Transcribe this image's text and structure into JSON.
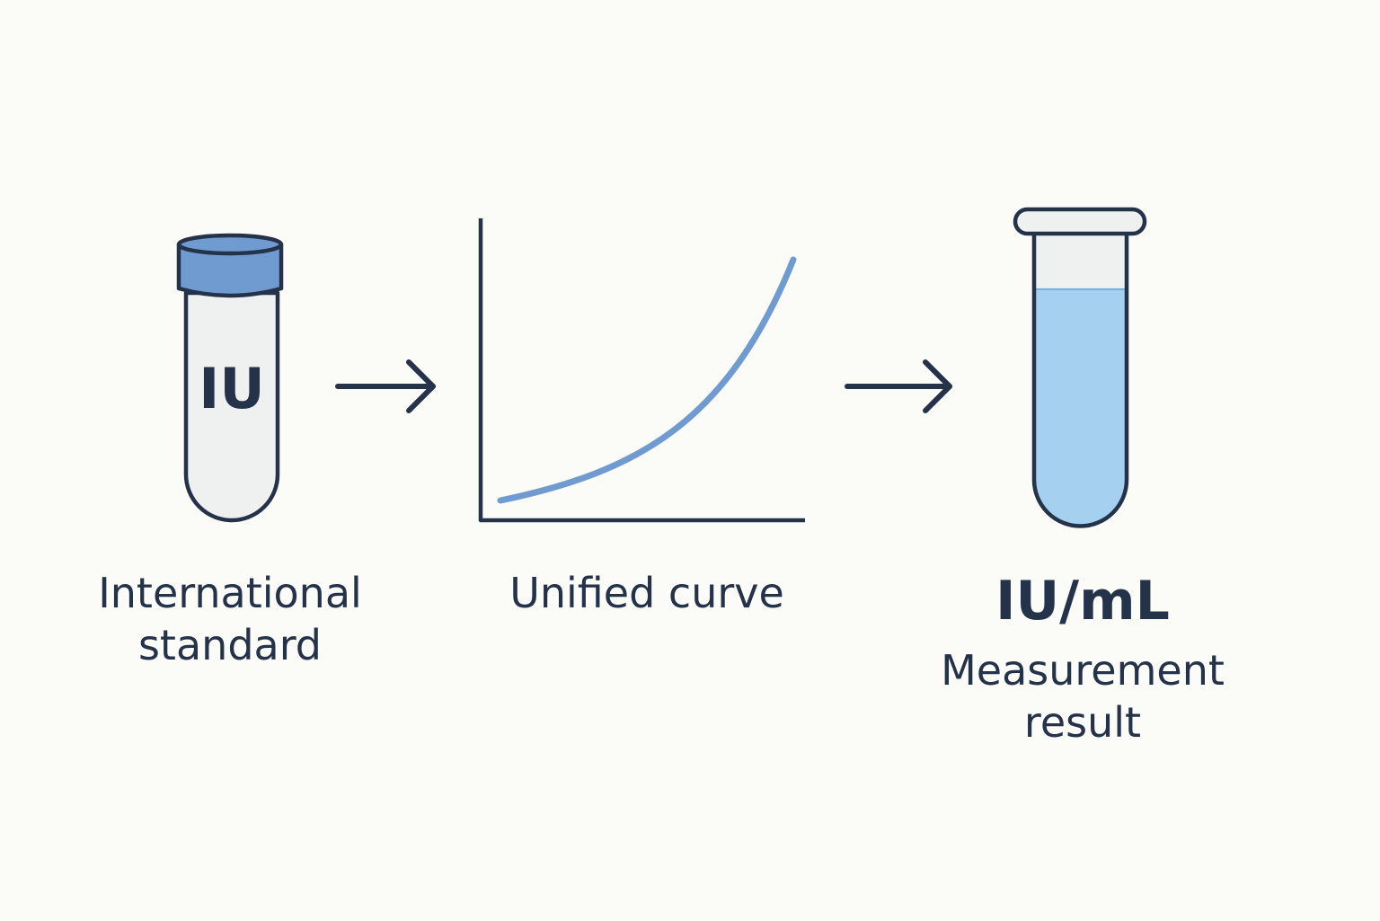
{
  "steps": [
    {
      "tube_label": "IU",
      "caption": "International\nstandard"
    },
    {
      "caption": "Unified curve"
    },
    {
      "value_label": "IU/mL",
      "caption": "Measurement\nresult"
    }
  ],
  "icons": {
    "standard_tube": "test-tube-capped-icon",
    "curve": "calibration-curve-icon",
    "result_tube": "test-tube-filled-icon",
    "arrow": "arrow-right-icon"
  },
  "colors": {
    "outline": "#24324a",
    "cap_blue": "#6f9bd0",
    "curve_blue": "#6f9bd0",
    "liquid_blue": "#a6d0f0",
    "tube_glass": "#eef1f0",
    "background": "#fbfbf8"
  },
  "result_fill_fraction": 0.8
}
